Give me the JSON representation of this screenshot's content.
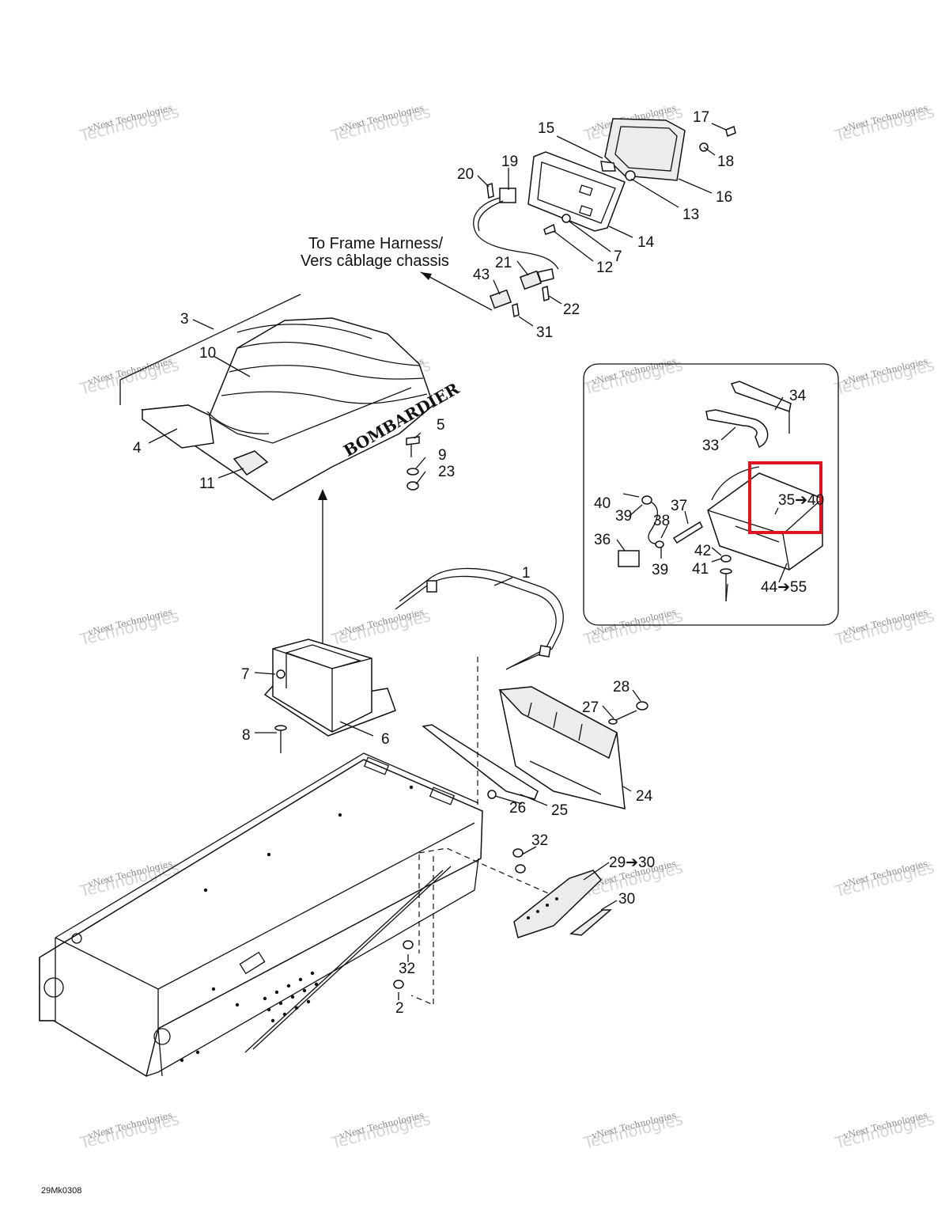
{
  "diagram": {
    "reference_code": "29Mk0308",
    "harness_note": {
      "line1": "To Frame Harness/",
      "line2": "Vers câblage chassis"
    },
    "brand_text": "BOMBARDIER",
    "watermark": {
      "line1": "vNext Technologies",
      "line2": "Technologies"
    },
    "callouts": {
      "c1": "1",
      "c2": "2",
      "c3": "3",
      "c4": "4",
      "c5": "5",
      "c6": "6",
      "c7a": "7",
      "c7b": "7",
      "c8": "8",
      "c9": "9",
      "c10": "10",
      "c11": "11",
      "c12": "12",
      "c13": "13",
      "c14": "14",
      "c15": "15",
      "c16": "16",
      "c17": "17",
      "c18": "18",
      "c19": "19",
      "c20": "20",
      "c21": "21",
      "c22": "22",
      "c23": "23",
      "c24": "24",
      "c25": "25",
      "c26": "26",
      "c27": "27",
      "c28": "28",
      "c29_30": "29➔30",
      "c30": "30",
      "c31": "31",
      "c32a": "32",
      "c32b": "32",
      "c33": "33",
      "c34": "34",
      "c35_40": "35➔40",
      "c36": "36",
      "c37": "37",
      "c38": "38",
      "c39a": "39",
      "c39b": "39",
      "c40": "40",
      "c41": "41",
      "c42": "42",
      "c43": "43",
      "c44_55": "44➔55"
    },
    "highlight_color": "#e0141e"
  }
}
